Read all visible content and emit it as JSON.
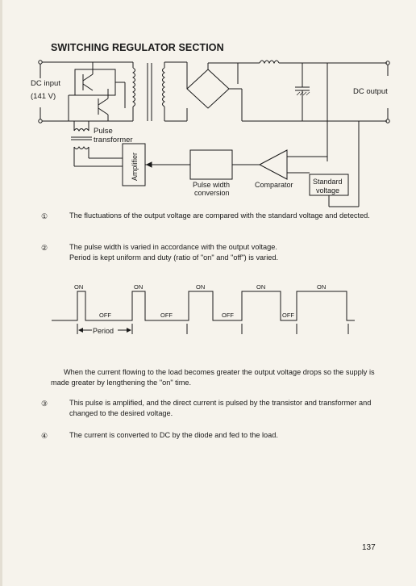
{
  "title": "SWITCHING REGULATOR SECTION",
  "circuit": {
    "dc_input_label": "DC input",
    "dc_input_value": "(141 V)",
    "dc_output_label": "DC output",
    "pulse_transformer_line1": "Pulse",
    "pulse_transformer_line2": "transformer",
    "amplifier_label": "Amplifier",
    "pulse_width_line1": "Pulse width",
    "pulse_width_line2": "conversion",
    "comparator_label": "Comparator",
    "standard_voltage_line1": "Standard",
    "standard_voltage_line2": "voltage"
  },
  "items": [
    {
      "num": "①",
      "text": "The fluctuations of the output voltage are compared with the standard voltage and detected."
    },
    {
      "num": "②",
      "text": "The pulse width is varied in accordance with the output voltage.",
      "text2": "Period is kept uniform and duty (ratio of \"on\" and \"off\") is varied."
    },
    {
      "num": "③",
      "text": "This pulse is amplified, and the direct current is pulsed by the transistor and transformer and changed to the desired voltage."
    },
    {
      "num": "④",
      "text": "The current is converted to DC by the diode and fed to the load."
    }
  ],
  "waveform": {
    "on_labels": [
      "ON",
      "ON",
      "ON",
      "ON",
      "ON"
    ],
    "off_labels": [
      "OFF",
      "OFF",
      "OFF",
      "OFF"
    ],
    "period_label": "Period"
  },
  "paragraph": "When the current flowing to the load becomes greater the output voltage drops so the supply is made greater by lengthening the \"on\" time.",
  "page_number": "137"
}
